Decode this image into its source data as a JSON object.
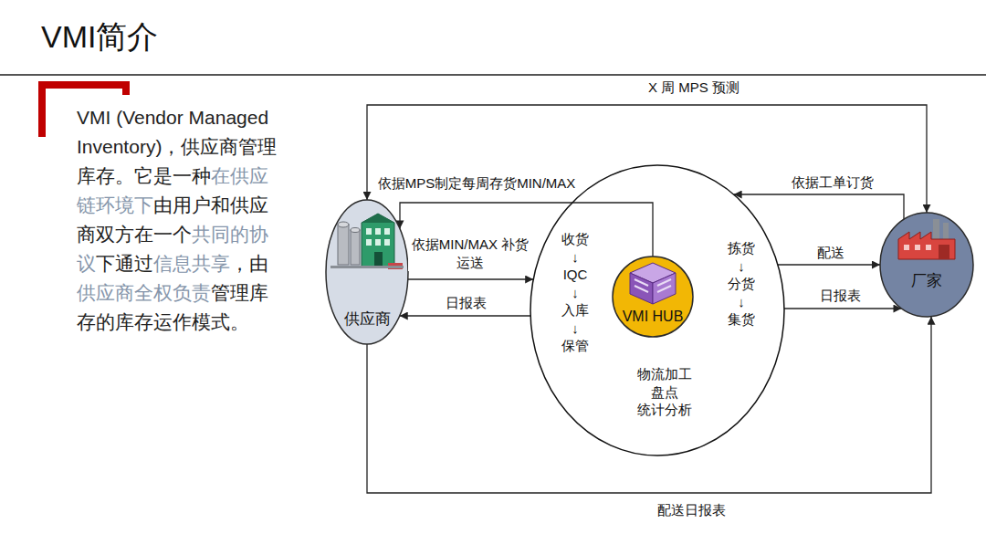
{
  "diagram": {
    "title": "VMI简介",
    "nodes": [
      {
        "text": [
          "供应商"
        ]
      },
      {
        "text": [
          "收货 ↓ IQC ↓ 入库 ↓ 保管",
          "拣货 ↓ 分货 ↓ 集货",
          "物流加工 盘点 统计分析"
        ]
      },
      {
        "text": [
          "VMI HUB"
        ],
        "in": 1
      },
      {
        "text": [
          "厂家"
        ]
      }
    ],
    "edges": [
      {
        "from": 3,
        "to": 0,
        "arrow": "both",
        "label": "X 周 MPS 预测"
      },
      {
        "from": 2,
        "to": 0,
        "arrow": "to",
        "label": "依据MPS制定每周存货MIN/MAX"
      },
      {
        "from": 3,
        "to": 1,
        "arrow": "to",
        "label": "依据工单订货"
      },
      {
        "from": 0,
        "to": 1,
        "arrow": "to",
        "label": "依据MIN/MAX 补货运送"
      },
      {
        "from": 1,
        "to": 0,
        "arrow": "to",
        "label": "日报表"
      },
      {
        "from": 1,
        "to": 3,
        "arrow": "to",
        "label": "配送"
      },
      {
        "from": 1,
        "to": 3,
        "arrow": "to",
        "label": "日报表"
      },
      {
        "from": 0,
        "to": 3,
        "arrow": "to",
        "label": "配送日报表"
      }
    ],
    "labels": [
      "VMI (Vendor Managed Inventory)，供应商管理库存。它是一种",
      "在供应链环境下",
      "由用户和供应商双方在一个",
      "共同的协议",
      "下通过",
      "信息共享",
      "，由",
      "供应商全权负责",
      "管理库存的库存运作模式。"
    ]
  }
}
